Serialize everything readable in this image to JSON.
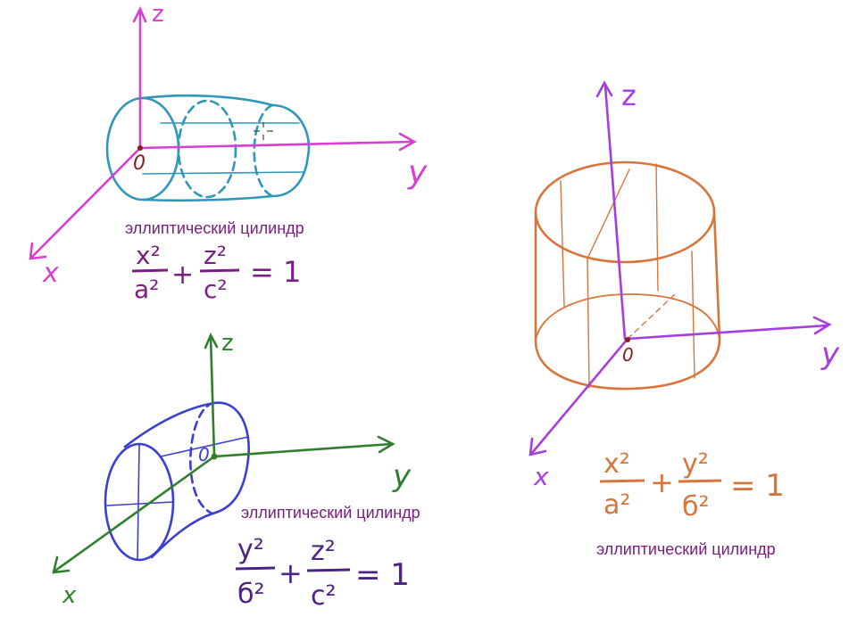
{
  "colors": {
    "magenta": "#d63fd2",
    "purple_text": "#7a1e86",
    "teal": "#2f97b8",
    "orange": "#d8753c",
    "violet_axis": "#a63de0",
    "dark_violet": "#4b2386",
    "green": "#2f7f2c",
    "blue": "#3b3ed2",
    "origin_dot": "#8b1c1c"
  },
  "figures": [
    {
      "caption": "эллиптический цилиндр",
      "axes": {
        "x": "x",
        "y": "y",
        "z": "z",
        "origin": "0"
      },
      "equation": {
        "t1_num": "x²",
        "t1_den": "a²",
        "op": "+",
        "t2_num": "z²",
        "t2_den": "c²",
        "rhs": "= 1"
      }
    },
    {
      "caption": "эллиптический цилиндр",
      "axes": {
        "x": "x",
        "y": "y",
        "z": "z",
        "origin": "0"
      },
      "equation": {
        "t1_num": "x²",
        "t1_den": "a²",
        "op": "+",
        "t2_num": "y²",
        "t2_den": "б²",
        "rhs": "= 1"
      }
    },
    {
      "caption": "эллиптический цилиндр",
      "axes": {
        "x": "x",
        "y": "y",
        "z": "z",
        "origin": "0"
      },
      "equation": {
        "t1_num": "y²",
        "t1_den": "б²",
        "op": "+",
        "t2_num": "z²",
        "t2_den": "c²",
        "rhs": "= 1"
      }
    }
  ]
}
